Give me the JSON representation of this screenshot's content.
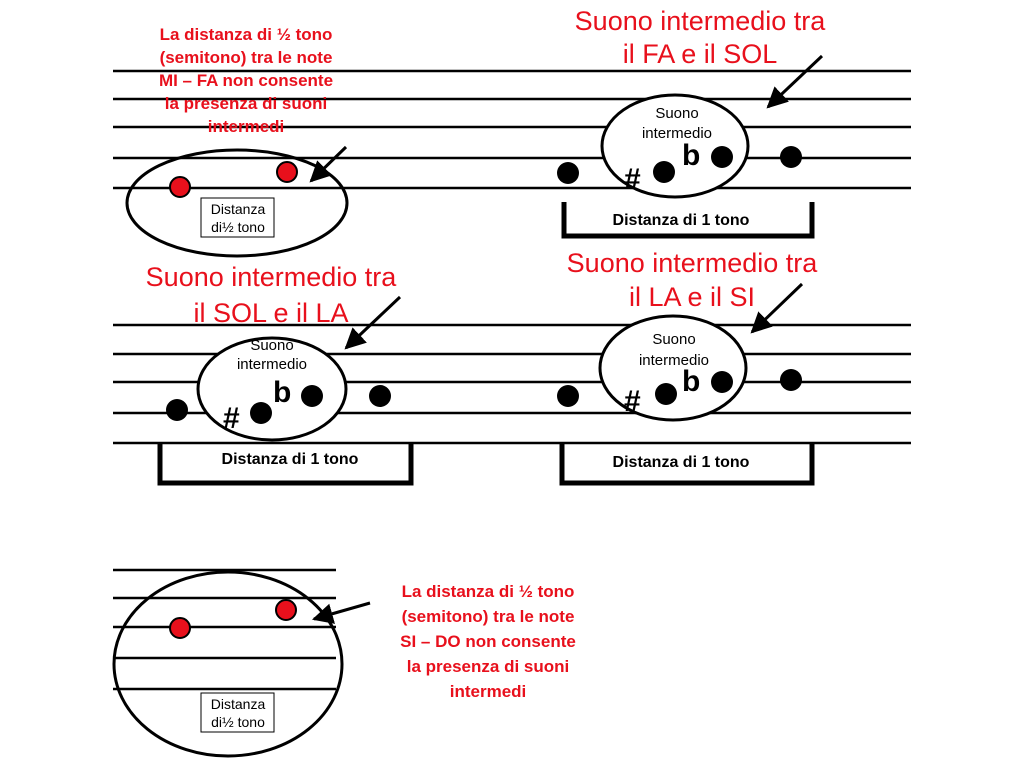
{
  "colors": {
    "accent": "#e8101c",
    "ink": "#000000",
    "background": "#ffffff"
  },
  "semitone_mi_fa": {
    "note_lines": [
      "La distanza di ½ tono",
      "(semitono) tra le note",
      "MI – FA non consente",
      "la presenza di suoni",
      "intermedi"
    ],
    "box_line1": "Distanza",
    "box_line2": "di½ tono"
  },
  "fa_sol": {
    "title_line1": "Suono intermedio tra",
    "title_line2": "il FA e il SOL",
    "circle_line1": "Suono",
    "circle_line2": "intermedio",
    "flat": "b",
    "sharp": "#",
    "bracket_label": "Distanza di 1 tono"
  },
  "sol_la": {
    "title_line1": "Suono intermedio tra",
    "title_line2": "il SOL e il LA",
    "circle_line1": "Suono",
    "circle_line2": "intermedio",
    "flat": "b",
    "sharp": "#",
    "bracket_label": "Distanza di 1 tono"
  },
  "la_si": {
    "title_line1": "Suono intermedio tra",
    "title_line2": "il LA e il SI",
    "circle_line1": "Suono",
    "circle_line2": "intermedio",
    "flat": "b",
    "sharp": "#",
    "bracket_label": "Distanza di 1 tono"
  },
  "semitone_si_do": {
    "note_lines": [
      "La distanza di ½ tono",
      "(semitono)  tra le note",
      "SI – DO non consente",
      "la presenza di suoni",
      "intermedi"
    ],
    "box_line1": "Distanza",
    "box_line2": "di½ tono"
  }
}
